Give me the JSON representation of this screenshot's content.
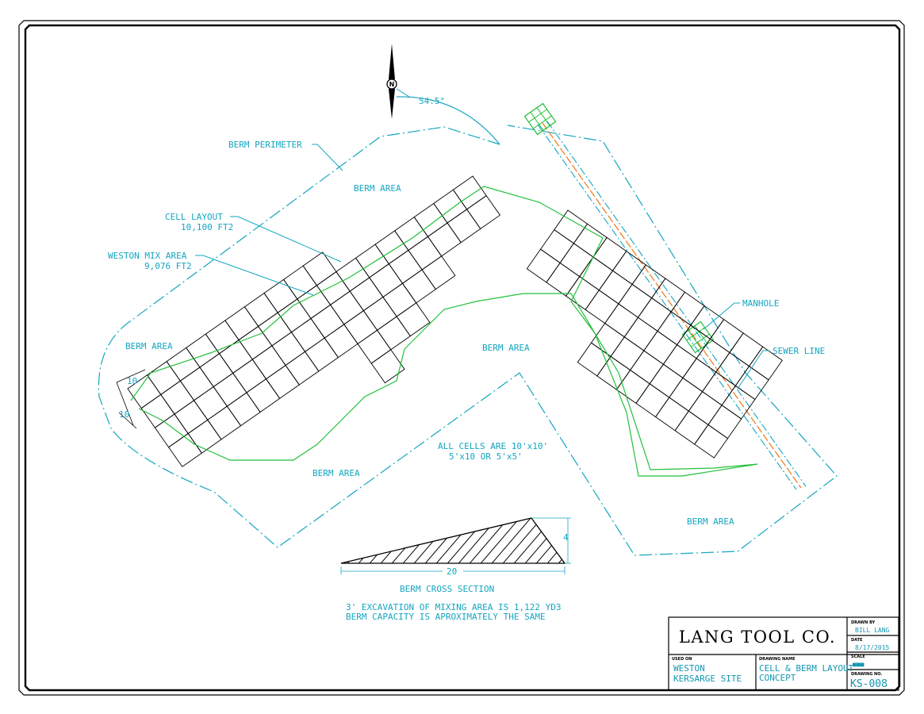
{
  "north_arrow": {
    "symbol": "N",
    "angle": "54.5°"
  },
  "labels": {
    "berm_perimeter": "BERM PERIMETER",
    "cell_layout": "CELL LAYOUT",
    "cell_layout_area": "10,100 FT2",
    "weston_mix_area": "WESTON MIX AREA",
    "weston_mix_area_value": "9,076 FT2",
    "berm_area_top": "BERM AREA",
    "berm_area_left": "BERM AREA",
    "berm_area_center": "BERM AREA",
    "berm_area_bottom": "BERM AREA",
    "berm_area_right": "BERM AREA",
    "manhole": "MANHOLE",
    "sewer_line": "SEWER LINE",
    "cells_note_1": "ALL CELLS ARE 10'x10'",
    "cells_note_2": "5'x10 OR 5'x5'",
    "dim_10_top": "10",
    "dim_10_left": "10"
  },
  "cross_section": {
    "height_dim": "4",
    "width_dim": "20",
    "title": "BERM CROSS SECTION"
  },
  "notes": [
    "3' EXCAVATION OF MIXING AREA IS 1,122 YD3",
    "BERM CAPACITY IS APROXIMATELY THE SAME"
  ],
  "title_block": {
    "company": "LANG TOOL CO.",
    "drawn_by_label": "DRAWN BY",
    "drawn_by": "BILL LANG",
    "date_label": "DATE",
    "date": "8/17/2015",
    "scale_label": "SCALE",
    "scale": "■■■",
    "used_on_label": "USED ON",
    "used_on_1": "WESTON",
    "used_on_2": "KERSARGE SITE",
    "drawing_name_label": "DRAWING NAME",
    "drawing_name_1": "CELL & BERM LAYOUT",
    "drawing_name_2": "CONCEPT",
    "drawing_no_label": "DRAWING NO.",
    "drawing_no": "KS-008"
  },
  "colors": {
    "cyan": "#14a6c0",
    "green": "#22c03a",
    "orange": "#f08020",
    "black": "#000000"
  }
}
